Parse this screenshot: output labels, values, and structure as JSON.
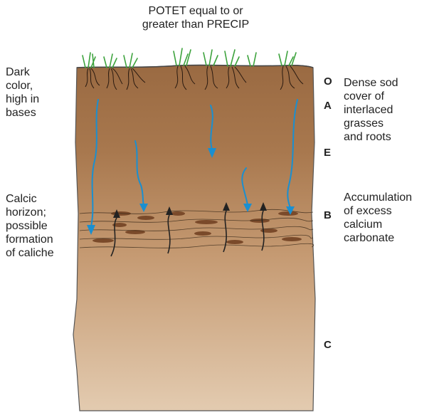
{
  "title": "POTET equal to or\ngreater than PRECIP",
  "left_labels": {
    "top": "Dark\ncolor,\nhigh in\nbases",
    "middle": "Calcic\nhorizon;\npossible\nformation\nof caliche"
  },
  "right_labels": {
    "top": "Dense sod\ncover of\ninterlaced\ngrasses\nand roots",
    "middle": "Accumulation\nof excess\ncalcium\ncarbonate"
  },
  "horizons": [
    "O",
    "A",
    "E",
    "B",
    "C"
  ],
  "colors": {
    "soil_top": "#a8764c",
    "soil_bottom": "#e2c8ac",
    "percolation_arrow": "#1a8fd0",
    "capillary_arrow": "#222222",
    "carbonate_lens": "#7a4a2a",
    "grass": "#3ca23c"
  }
}
